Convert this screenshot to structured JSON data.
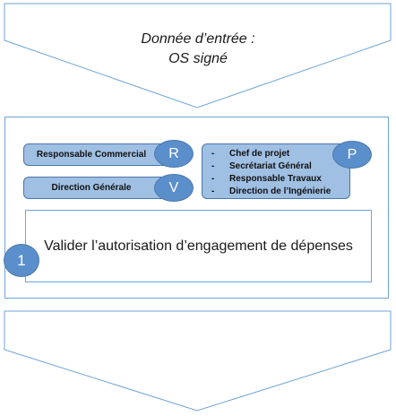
{
  "input_chevron": {
    "line1": "Donnée d’entrée :",
    "line2": "OS signé"
  },
  "roles": {
    "responsable_commercial": {
      "label": "Responsable Commercial",
      "badge": "R"
    },
    "direction_generale": {
      "label": "Direction Générale",
      "badge": "V"
    },
    "participants": {
      "badge": "P",
      "items": [
        "Chef de projet",
        "Secrétariat Général",
        "Responsable Travaux",
        "Direction de l’Ingénierie"
      ]
    }
  },
  "task": {
    "text": "Valider l’autorisation d’engagement de dépenses",
    "step_number": "1"
  },
  "colors": {
    "chevron_border": "#6fa4d6",
    "pill_fill": "#9fbfe3",
    "pill_border": "#4a78ad",
    "badge_fill": "#5b8fcc"
  }
}
